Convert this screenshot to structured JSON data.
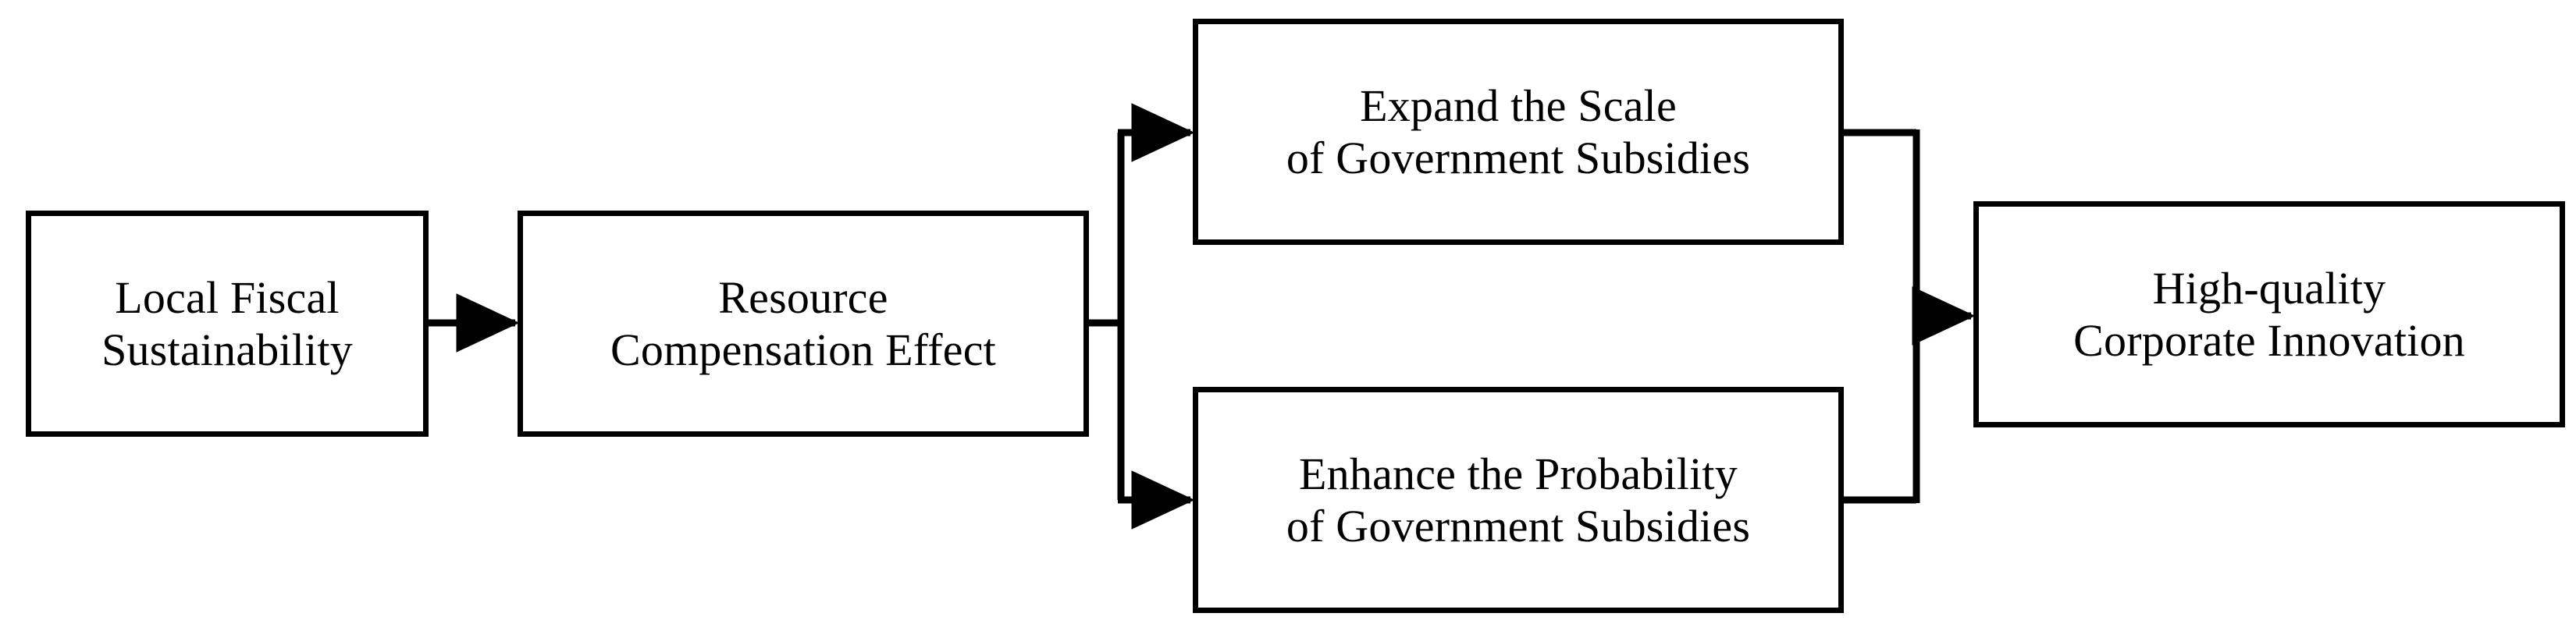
{
  "diagram": {
    "type": "flowchart",
    "orientation": "left-to-right",
    "background_color": "#ffffff",
    "line_color": "#000000",
    "nodes": [
      {
        "id": "local-fiscal-sustainability",
        "label": "Local Fiscal\nSustainability",
        "lines": [
          "Local Fiscal",
          "Sustainability"
        ],
        "shape": "rectangle",
        "column": 1
      },
      {
        "id": "resource-compensation-effect",
        "label": "Resource\nCompensation Effect",
        "lines": [
          "Resource",
          "Compensation Effect"
        ],
        "shape": "rectangle",
        "column": 2
      },
      {
        "id": "expand-scale-subsidies",
        "label": "Expand the Scale\nof Government Subsidies",
        "lines": [
          "Expand the Scale",
          "of Government Subsidies"
        ],
        "shape": "rectangle",
        "column": 3,
        "branch": "top"
      },
      {
        "id": "enhance-probability-subsidies",
        "label": "Enhance the Probability\nof Government Subsidies",
        "lines": [
          "Enhance the Probability",
          "of Government Subsidies"
        ],
        "shape": "rectangle",
        "column": 3,
        "branch": "bottom"
      },
      {
        "id": "high-quality-corporate-innovation",
        "label": "High-quality\nCorporate Innovation",
        "lines": [
          "High-quality",
          "Corporate Innovation"
        ],
        "shape": "rectangle",
        "column": 4
      }
    ],
    "edges": [
      {
        "id": "edge-1",
        "from": "local-fiscal-sustainability",
        "to": "resource-compensation-effect",
        "style": "straight-arrow"
      },
      {
        "id": "edge-2",
        "from": "resource-compensation-effect",
        "to": "expand-scale-subsidies",
        "style": "elbow-split-up-arrow"
      },
      {
        "id": "edge-3",
        "from": "resource-compensation-effect",
        "to": "enhance-probability-subsidies",
        "style": "elbow-split-down-arrow"
      },
      {
        "id": "edge-4",
        "from": "expand-scale-subsidies",
        "to": "high-quality-corporate-innovation",
        "style": "elbow-merge-down-arrow"
      },
      {
        "id": "edge-5",
        "from": "enhance-probability-subsidies",
        "to": "high-quality-corporate-innovation",
        "style": "elbow-merge-up-arrow"
      }
    ]
  }
}
